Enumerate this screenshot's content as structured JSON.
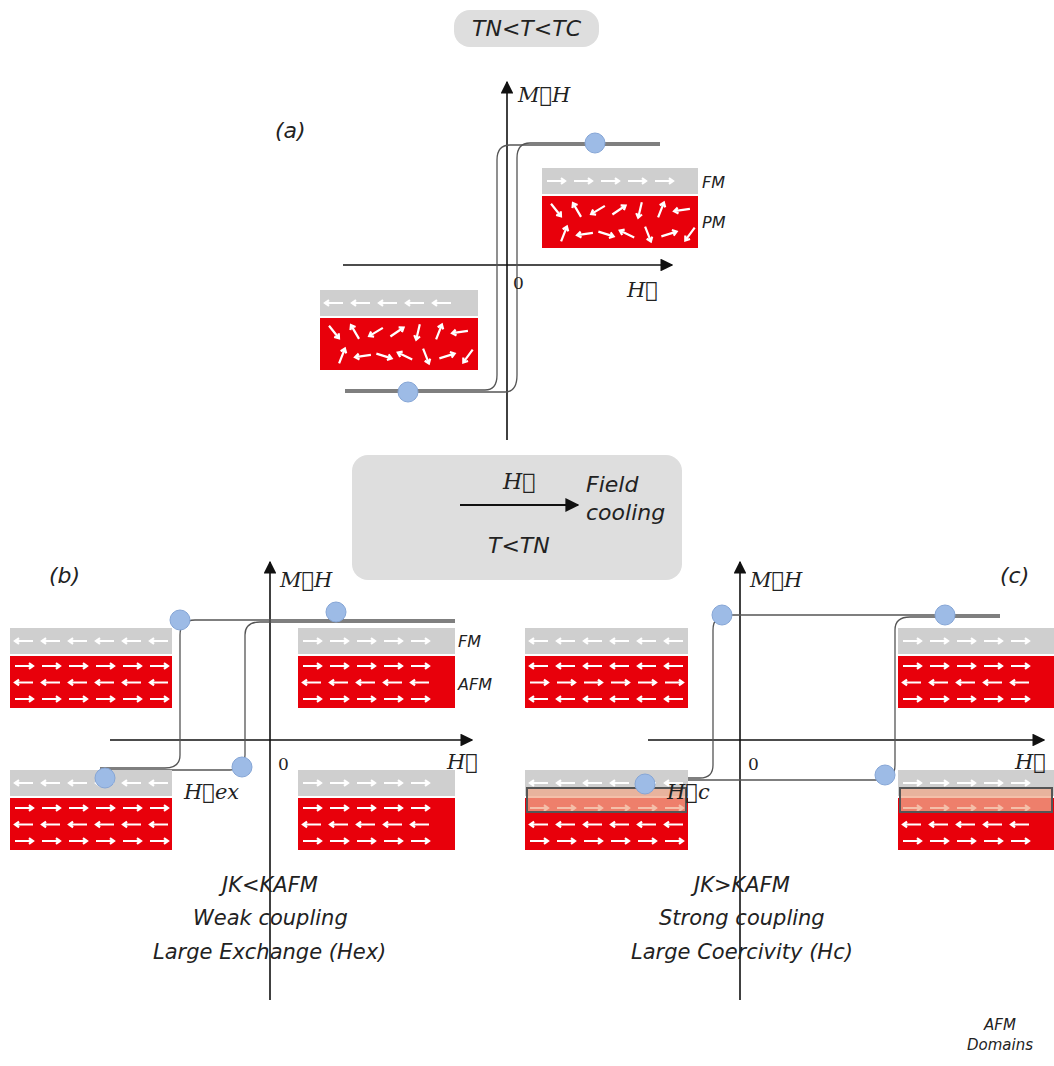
{
  "diagram": {
    "nodes": [
      {
        "text": [
          "TN<T<TC"
        ]
      },
      {
        "text": [
          "H⃗",
          "T<TN",
          "Field cooling"
        ]
      }
    ],
    "labels": [
      "(a)",
      "M⃗H",
      "0",
      "H⃗",
      "FM",
      "PM",
      "(b)",
      "M⃗H",
      "0",
      "H⃗",
      "FM",
      "AFM",
      "H⃗ex",
      "JK<KAFM",
      "Weak coupling",
      "Large Exchange (Hex)",
      "(c)",
      "M⃗H",
      "0",
      "H⃗",
      "H⃗c",
      "AFM Domains",
      "JK>KAFM",
      "Strong coupling",
      "Large Coercivity (Hc)"
    ]
  }
}
